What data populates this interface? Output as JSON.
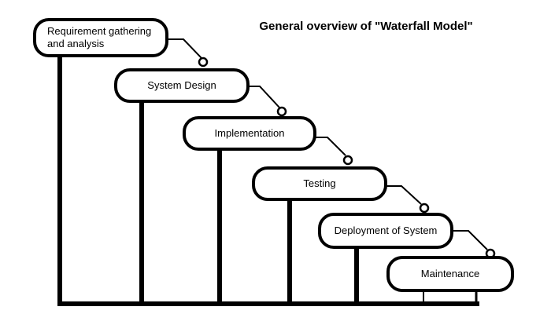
{
  "title": "General overview of \"Waterfall Model\"",
  "stages": [
    {
      "label": "Requirement gathering\nand analysis",
      "icon": "none"
    },
    {
      "label": "System Design"
    },
    {
      "label": "Implementation"
    },
    {
      "label": "Testing"
    },
    {
      "label": "Deployment of System"
    },
    {
      "label": "Maintenance"
    }
  ],
  "colors": {
    "line": "#000000",
    "box_fill": "#ffffff",
    "text": "#000000"
  }
}
